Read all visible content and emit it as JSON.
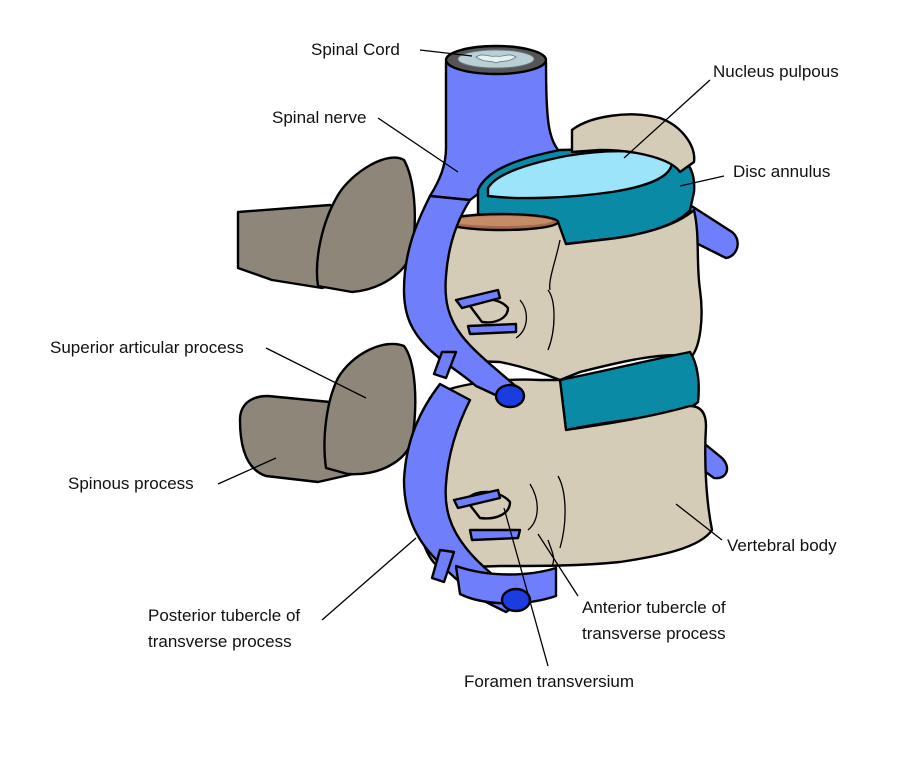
{
  "colors": {
    "bone": "#d5ccb8",
    "bone_dark": "#8e8678",
    "nerve": "#6f7ffc",
    "nerve_dark": "#1a3ce0",
    "disc": "#0b8aa6",
    "nucleus": "#9be4fa",
    "cord_ring": "#555555",
    "cord_inner": "#b9cfd4",
    "cut_surface": "#a86a4b"
  },
  "labels": {
    "spinal_cord": "Spinal Cord",
    "spinal_nerve": "Spinal nerve",
    "nucleus_pulpous": "Nucleus pulpous",
    "disc_annulus": "Disc annulus",
    "superior_articular_process": "Superior articular process",
    "spinous_process": "Spinous process",
    "vertebral_body": "Vertebral body",
    "posterior_tubercle_line1": "Posterior tubercle of",
    "posterior_tubercle_line2": "transverse process",
    "anterior_tubercle_line1": "Anterior tubercle of",
    "anterior_tubercle_line2": "transverse process",
    "foramen_transversium": "Foramen transversium"
  }
}
